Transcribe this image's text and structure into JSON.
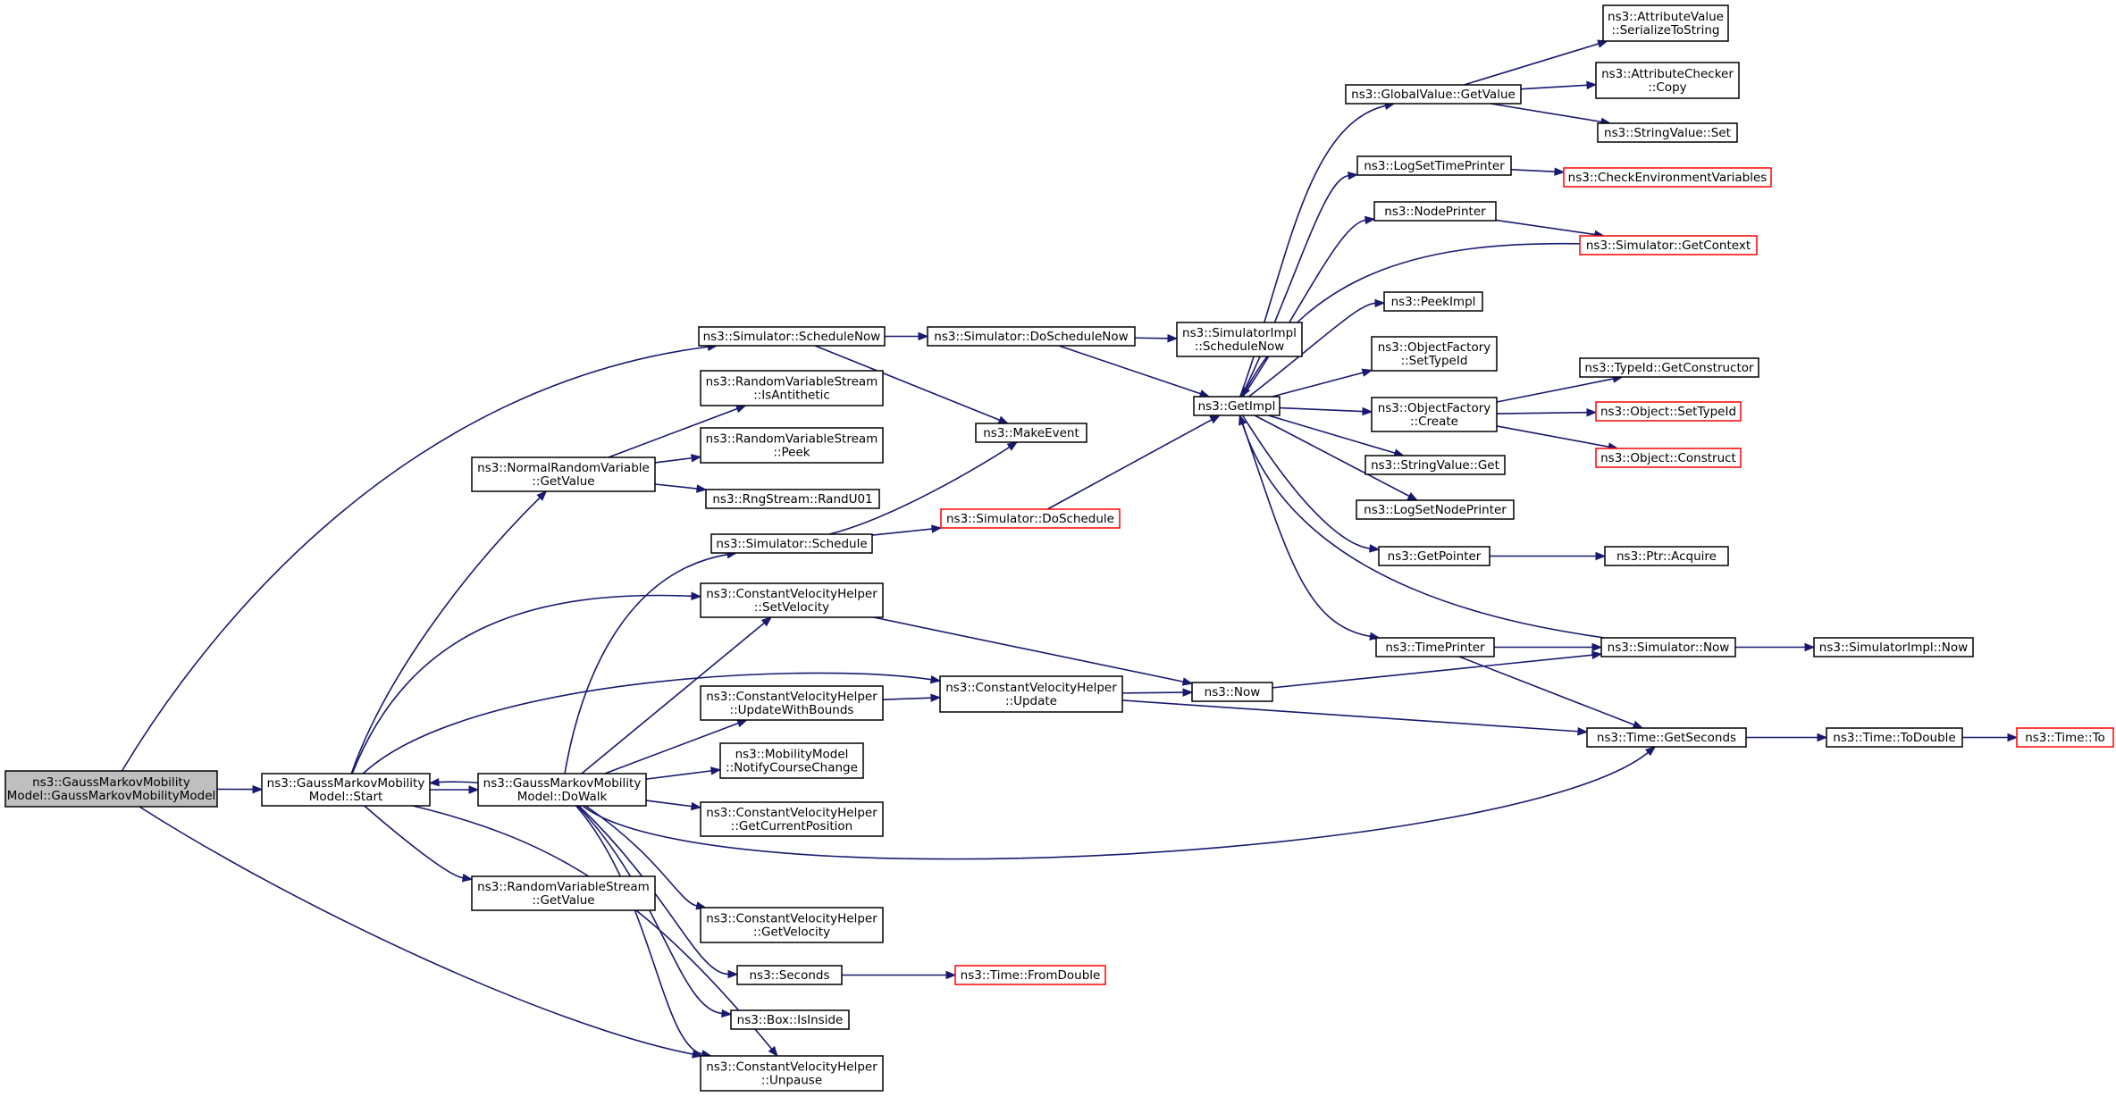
{
  "nodes": [
    {
      "id": "ctor",
      "lines": [
        "ns3::GaussMarkovMobility",
        "Model::GaussMarkovMobilityModel"
      ],
      "highlight": true,
      "red": false
    },
    {
      "id": "start",
      "lines": [
        "ns3::GaussMarkovMobility",
        "Model::Start"
      ],
      "highlight": false,
      "red": false
    },
    {
      "id": "dowalk",
      "lines": [
        "ns3::GaussMarkovMobility",
        "Model::DoWalk"
      ],
      "highlight": false,
      "red": false
    },
    {
      "id": "sched_now",
      "lines": [
        "ns3::Simulator::ScheduleNow"
      ],
      "highlight": false,
      "red": false
    },
    {
      "id": "normal_getvalue",
      "lines": [
        "ns3::NormalRandomVariable",
        "::GetValue"
      ],
      "highlight": false,
      "red": false
    },
    {
      "id": "rvs_getvalue",
      "lines": [
        "ns3::RandomVariableStream",
        "::GetValue"
      ],
      "highlight": false,
      "red": false
    },
    {
      "id": "cvh_unpause",
      "lines": [
        "ns3::ConstantVelocityHelper",
        "::Unpause"
      ],
      "highlight": false,
      "red": false
    },
    {
      "id": "cvh_setvel",
      "lines": [
        "ns3::ConstantVelocityHelper",
        "::SetVelocity"
      ],
      "highlight": false,
      "red": false
    },
    {
      "id": "cvh_update",
      "lines": [
        "ns3::ConstantVelocityHelper",
        "::Update"
      ],
      "highlight": false,
      "red": false
    },
    {
      "id": "rvs_isanti",
      "lines": [
        "ns3::RandomVariableStream",
        "::IsAntithetic"
      ],
      "highlight": false,
      "red": false
    },
    {
      "id": "rvs_peek",
      "lines": [
        "ns3::RandomVariableStream",
        "::Peek"
      ],
      "highlight": false,
      "red": false
    },
    {
      "id": "rng_randu01",
      "lines": [
        "ns3::RngStream::RandU01"
      ],
      "highlight": false,
      "red": false
    },
    {
      "id": "sim_schedule",
      "lines": [
        "ns3::Simulator::Schedule"
      ],
      "highlight": false,
      "red": false
    },
    {
      "id": "cvh_updbounds",
      "lines": [
        "ns3::ConstantVelocityHelper",
        "::UpdateWithBounds"
      ],
      "highlight": false,
      "red": false
    },
    {
      "id": "mm_notify",
      "lines": [
        "ns3::MobilityModel",
        "::NotifyCourseChange"
      ],
      "highlight": false,
      "red": false
    },
    {
      "id": "cvh_getpos",
      "lines": [
        "ns3::ConstantVelocityHelper",
        "::GetCurrentPosition"
      ],
      "highlight": false,
      "red": false
    },
    {
      "id": "cvh_getvel",
      "lines": [
        "ns3::ConstantVelocityHelper",
        "::GetVelocity"
      ],
      "highlight": false,
      "red": false
    },
    {
      "id": "seconds",
      "lines": [
        "ns3::Seconds"
      ],
      "highlight": false,
      "red": false
    },
    {
      "id": "box_isinside",
      "lines": [
        "ns3::Box::IsInside"
      ],
      "highlight": false,
      "red": false
    },
    {
      "id": "sim_doschednow",
      "lines": [
        "ns3::Simulator::DoScheduleNow"
      ],
      "highlight": false,
      "red": false
    },
    {
      "id": "makeevent",
      "lines": [
        "ns3::MakeEvent"
      ],
      "highlight": false,
      "red": false
    },
    {
      "id": "sim_dosched",
      "lines": [
        "ns3::Simulator::DoSchedule"
      ],
      "highlight": false,
      "red": true
    },
    {
      "id": "now",
      "lines": [
        "ns3::Now"
      ],
      "highlight": false,
      "red": false
    },
    {
      "id": "time_fromdouble",
      "lines": [
        "ns3::Time::FromDouble"
      ],
      "highlight": false,
      "red": true
    },
    {
      "id": "simimpl_schednow",
      "lines": [
        "ns3::SimulatorImpl",
        "::ScheduleNow"
      ],
      "highlight": false,
      "red": false
    },
    {
      "id": "getimpl",
      "lines": [
        "ns3::GetImpl"
      ],
      "highlight": false,
      "red": false
    },
    {
      "id": "gv_getvalue",
      "lines": [
        "ns3::GlobalValue::GetValue"
      ],
      "highlight": false,
      "red": false
    },
    {
      "id": "logsettimeprinter",
      "lines": [
        "ns3::LogSetTimePrinter"
      ],
      "highlight": false,
      "red": false
    },
    {
      "id": "nodeprinter",
      "lines": [
        "ns3::NodePrinter"
      ],
      "highlight": false,
      "red": false
    },
    {
      "id": "peekimpl",
      "lines": [
        "ns3::PeekImpl"
      ],
      "highlight": false,
      "red": false
    },
    {
      "id": "of_settypeid",
      "lines": [
        "ns3::ObjectFactory",
        "::SetTypeId"
      ],
      "highlight": false,
      "red": false
    },
    {
      "id": "of_create",
      "lines": [
        "ns3::ObjectFactory",
        "::Create"
      ],
      "highlight": false,
      "red": false
    },
    {
      "id": "sv_get",
      "lines": [
        "ns3::StringValue::Get"
      ],
      "highlight": false,
      "red": false
    },
    {
      "id": "logsetnodeprinter",
      "lines": [
        "ns3::LogSetNodePrinter"
      ],
      "highlight": false,
      "red": false
    },
    {
      "id": "getpointer",
      "lines": [
        "ns3::GetPointer"
      ],
      "highlight": false,
      "red": false
    },
    {
      "id": "timeprinter",
      "lines": [
        "ns3::TimePrinter"
      ],
      "highlight": false,
      "red": false
    },
    {
      "id": "time_getseconds",
      "lines": [
        "ns3::Time::GetSeconds"
      ],
      "highlight": false,
      "red": false
    },
    {
      "id": "av_serialize",
      "lines": [
        "ns3::AttributeValue",
        "::SerializeToString"
      ],
      "highlight": false,
      "red": false
    },
    {
      "id": "ac_copy",
      "lines": [
        "ns3::AttributeChecker",
        "::Copy"
      ],
      "highlight": false,
      "red": false
    },
    {
      "id": "sv_set",
      "lines": [
        "ns3::StringValue::Set"
      ],
      "highlight": false,
      "red": false
    },
    {
      "id": "checkenv",
      "lines": [
        "ns3::CheckEnvironmentVariables"
      ],
      "highlight": false,
      "red": true
    },
    {
      "id": "sim_getcontext",
      "lines": [
        "ns3::Simulator::GetContext"
      ],
      "highlight": false,
      "red": true
    },
    {
      "id": "typeid_getctor",
      "lines": [
        "ns3::TypeId::GetConstructor"
      ],
      "highlight": false,
      "red": false
    },
    {
      "id": "obj_settypeid",
      "lines": [
        "ns3::Object::SetTypeId"
      ],
      "highlight": false,
      "red": true
    },
    {
      "id": "obj_construct",
      "lines": [
        "ns3::Object::Construct"
      ],
      "highlight": false,
      "red": true
    },
    {
      "id": "ptr_acquire",
      "lines": [
        "ns3::Ptr::Acquire"
      ],
      "highlight": false,
      "red": false
    },
    {
      "id": "sim_now",
      "lines": [
        "ns3::Simulator::Now"
      ],
      "highlight": false,
      "red": false
    },
    {
      "id": "time_todouble",
      "lines": [
        "ns3::Time::ToDouble"
      ],
      "highlight": false,
      "red": false
    },
    {
      "id": "simimpl_now",
      "lines": [
        "ns3::SimulatorImpl::Now"
      ],
      "highlight": false,
      "red": false
    },
    {
      "id": "time_to",
      "lines": [
        "ns3::Time::To"
      ],
      "highlight": false,
      "red": true
    }
  ],
  "edges": [
    [
      "ctor",
      "start"
    ],
    [
      "ctor",
      "sched_now"
    ],
    [
      "ctor",
      "cvh_unpause"
    ],
    [
      "start",
      "dowalk"
    ],
    [
      "start",
      "normal_getvalue"
    ],
    [
      "start",
      "rvs_getvalue"
    ],
    [
      "start",
      "cvh_unpause"
    ],
    [
      "start",
      "cvh_setvel"
    ],
    [
      "start",
      "cvh_update"
    ],
    [
      "dowalk",
      "start"
    ],
    [
      "dowalk",
      "sim_schedule"
    ],
    [
      "dowalk",
      "cvh_setvel"
    ],
    [
      "dowalk",
      "cvh_updbounds"
    ],
    [
      "dowalk",
      "mm_notify"
    ],
    [
      "dowalk",
      "cvh_getpos"
    ],
    [
      "dowalk",
      "cvh_getvel"
    ],
    [
      "dowalk",
      "seconds"
    ],
    [
      "dowalk",
      "box_isinside"
    ],
    [
      "dowalk",
      "cvh_unpause"
    ],
    [
      "dowalk",
      "time_getseconds"
    ],
    [
      "sched_now",
      "sim_doschednow"
    ],
    [
      "sched_now",
      "makeevent"
    ],
    [
      "normal_getvalue",
      "rvs_isanti"
    ],
    [
      "normal_getvalue",
      "rvs_peek"
    ],
    [
      "normal_getvalue",
      "rng_randu01"
    ],
    [
      "sim_schedule",
      "makeevent"
    ],
    [
      "sim_schedule",
      "sim_dosched"
    ],
    [
      "cvh_setvel",
      "now"
    ],
    [
      "cvh_updbounds",
      "cvh_update"
    ],
    [
      "cvh_update",
      "now"
    ],
    [
      "cvh_update",
      "time_getseconds"
    ],
    [
      "seconds",
      "time_fromdouble"
    ],
    [
      "sim_doschednow",
      "simimpl_schednow"
    ],
    [
      "sim_doschednow",
      "getimpl"
    ],
    [
      "sim_dosched",
      "getimpl"
    ],
    [
      "now",
      "sim_now"
    ],
    [
      "getimpl",
      "gv_getvalue"
    ],
    [
      "getimpl",
      "logsettimeprinter"
    ],
    [
      "getimpl",
      "nodeprinter"
    ],
    [
      "getimpl",
      "peekimpl"
    ],
    [
      "getimpl",
      "of_settypeid"
    ],
    [
      "getimpl",
      "of_create"
    ],
    [
      "getimpl",
      "sv_get"
    ],
    [
      "getimpl",
      "logsetnodeprinter"
    ],
    [
      "getimpl",
      "getpointer"
    ],
    [
      "getimpl",
      "timeprinter"
    ],
    [
      "gv_getvalue",
      "av_serialize"
    ],
    [
      "gv_getvalue",
      "ac_copy"
    ],
    [
      "gv_getvalue",
      "sv_set"
    ],
    [
      "logsettimeprinter",
      "checkenv"
    ],
    [
      "nodeprinter",
      "sim_getcontext"
    ],
    [
      "sim_getcontext",
      "getimpl"
    ],
    [
      "of_create",
      "typeid_getctor"
    ],
    [
      "of_create",
      "obj_settypeid"
    ],
    [
      "of_create",
      "obj_construct"
    ],
    [
      "getpointer",
      "ptr_acquire"
    ],
    [
      "timeprinter",
      "sim_now"
    ],
    [
      "timeprinter",
      "time_getseconds"
    ],
    [
      "sim_now",
      "getimpl"
    ],
    [
      "sim_now",
      "simimpl_now"
    ],
    [
      "time_getseconds",
      "time_todouble"
    ],
    [
      "time_todouble",
      "time_to"
    ]
  ]
}
